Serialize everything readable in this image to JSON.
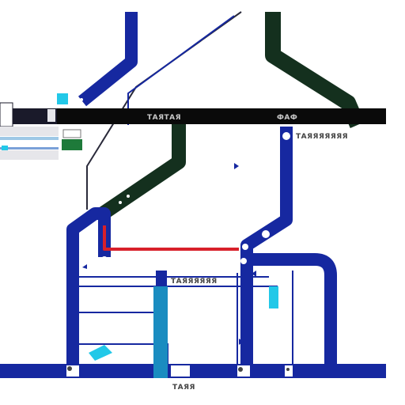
{
  "map": {
    "colors": {
      "background": "#ffffff",
      "bar": "#0a0a0a",
      "line_blue": "#1628a0",
      "line_dark_green": "#14301e",
      "line_red": "#d8202a",
      "line_thin": "#2a2a3a",
      "accent_cyan": "#22c8e8",
      "accent_teal": "#1a8cc0",
      "accent_green": "#1e7a3a",
      "panel_gray": "#e6e6ea",
      "label_text": "#444444",
      "bar_label_text": "#c8c8c8"
    },
    "labels": {
      "bar_center": "ТАЯТАЯ",
      "bar_right": "ФАФ",
      "right_side": "ТАЯЯЯЯЯЯЯ",
      "middle": "ТАЯЯЯЯЯЯ",
      "bottom": "ТАЯЯ"
    },
    "icons": [
      "station-marker-icon",
      "minus-icon",
      "circle-icon",
      "plus-icon"
    ]
  }
}
